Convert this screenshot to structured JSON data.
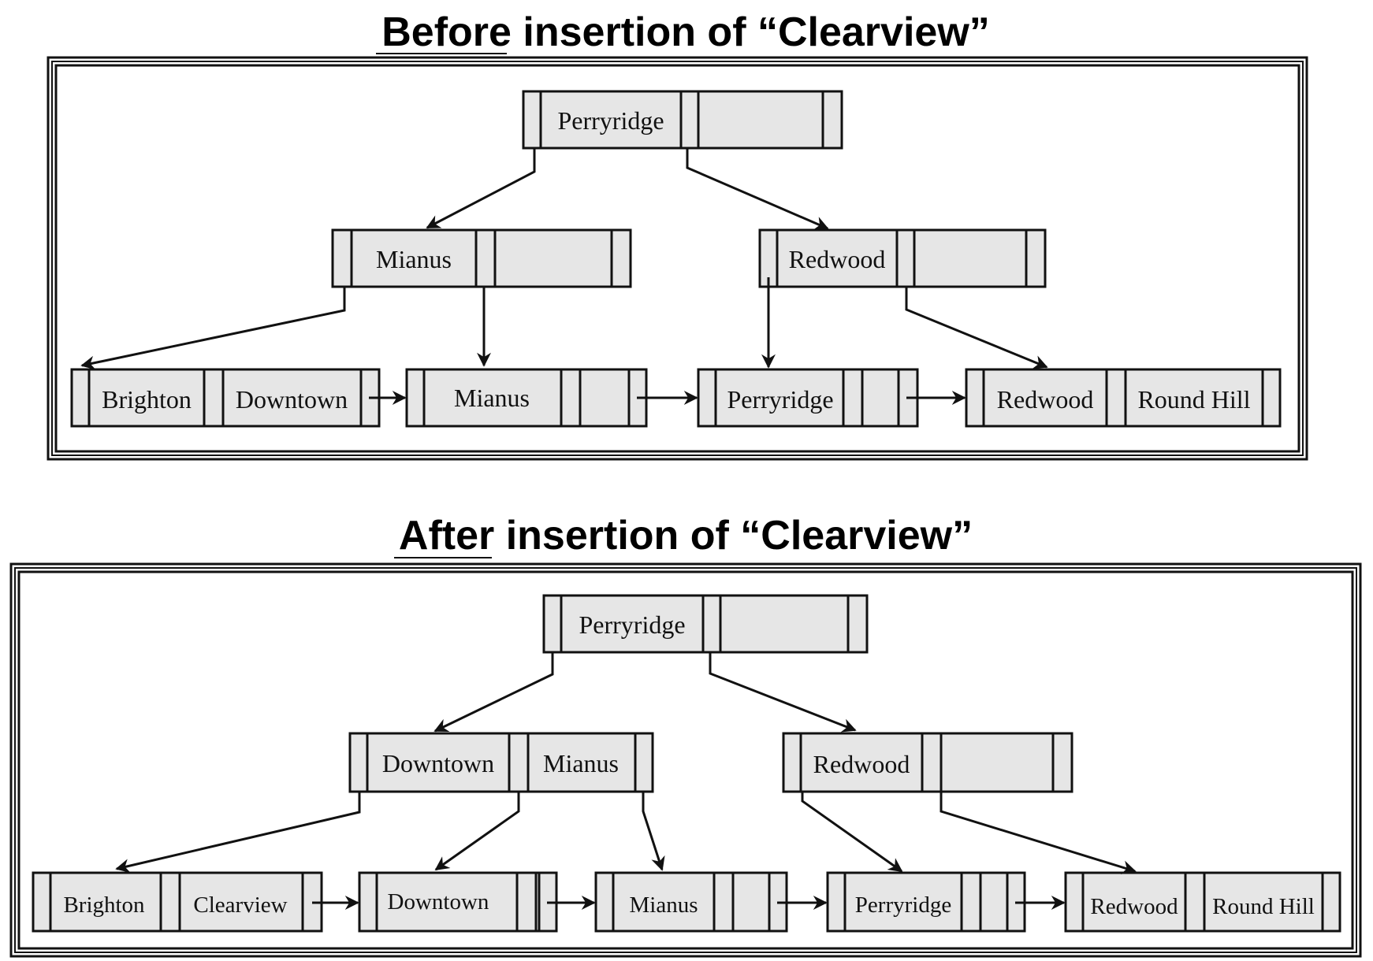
{
  "panels": [
    {
      "title_emph": "Before",
      "title_rest": " insertion of “Clearview”",
      "nodes": [
        {
          "id": "root",
          "keys": [
            "Perryridge",
            ""
          ]
        },
        {
          "id": "l1a",
          "keys": [
            "Mianus",
            ""
          ]
        },
        {
          "id": "l1b",
          "keys": [
            "Redwood",
            ""
          ]
        },
        {
          "id": "leaf1",
          "keys": [
            "Brighton",
            "Downtown"
          ]
        },
        {
          "id": "leaf2",
          "keys": [
            "Mianus",
            ""
          ]
        },
        {
          "id": "leaf3",
          "keys": [
            "Perryridge",
            ""
          ]
        },
        {
          "id": "leaf4",
          "keys": [
            "Redwood",
            "Round Hill"
          ]
        }
      ]
    },
    {
      "title_emph": "After",
      "title_rest": " insertion of “Clearview”",
      "nodes": [
        {
          "id": "root",
          "keys": [
            "Perryridge",
            ""
          ]
        },
        {
          "id": "l1a",
          "keys": [
            "Downtown",
            "Mianus"
          ]
        },
        {
          "id": "l1b",
          "keys": [
            "Redwood",
            ""
          ]
        },
        {
          "id": "leaf1",
          "keys": [
            "Brighton",
            "Clearview"
          ]
        },
        {
          "id": "leaf2",
          "keys": [
            "Downtown",
            ""
          ]
        },
        {
          "id": "leaf3",
          "keys": [
            "Mianus",
            ""
          ]
        },
        {
          "id": "leaf4",
          "keys": [
            "Perryridge",
            ""
          ]
        },
        {
          "id": "leaf5",
          "keys": [
            "Redwood",
            "Round Hill"
          ]
        }
      ]
    }
  ]
}
